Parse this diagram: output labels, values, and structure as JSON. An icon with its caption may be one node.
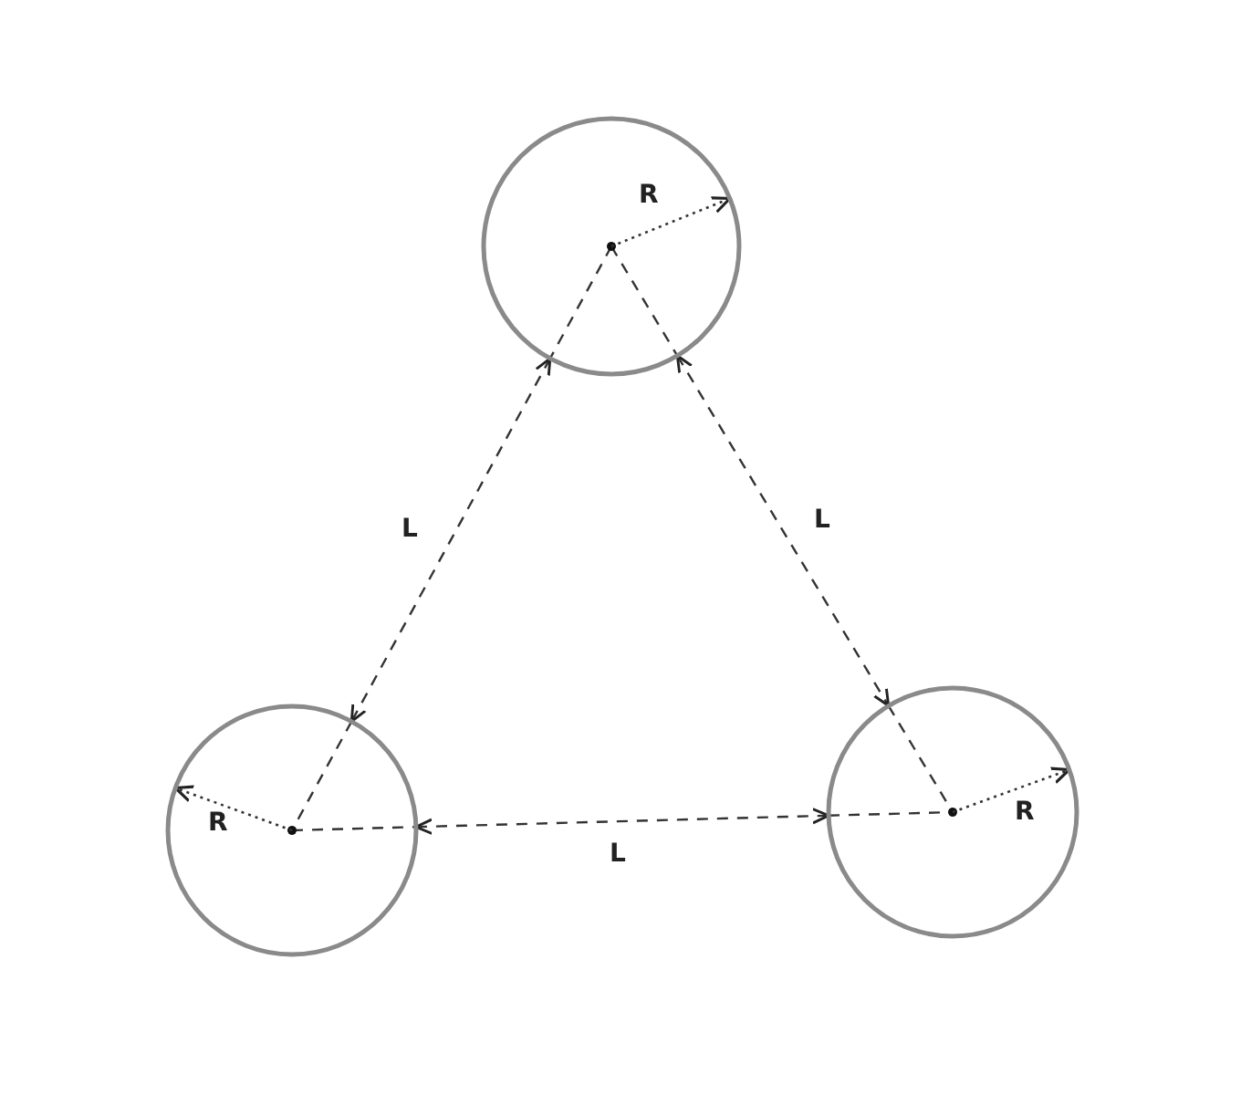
{
  "diagram": {
    "nodes": [
      {
        "text": [],
        "shape": "circle"
      },
      {
        "text": [],
        "shape": "circle"
      },
      {
        "text": [],
        "shape": "circle"
      }
    ],
    "edges": [
      {
        "from": 0,
        "to": 1,
        "arrow": "both",
        "label": "L",
        "style": "dashed"
      },
      {
        "from": 0,
        "to": 2,
        "arrow": "both",
        "label": "L",
        "style": "dashed"
      },
      {
        "from": 1,
        "to": 2,
        "arrow": "both",
        "label": "L",
        "style": "dashed"
      }
    ],
    "labels": [
      "R",
      "R",
      "R"
    ]
  }
}
